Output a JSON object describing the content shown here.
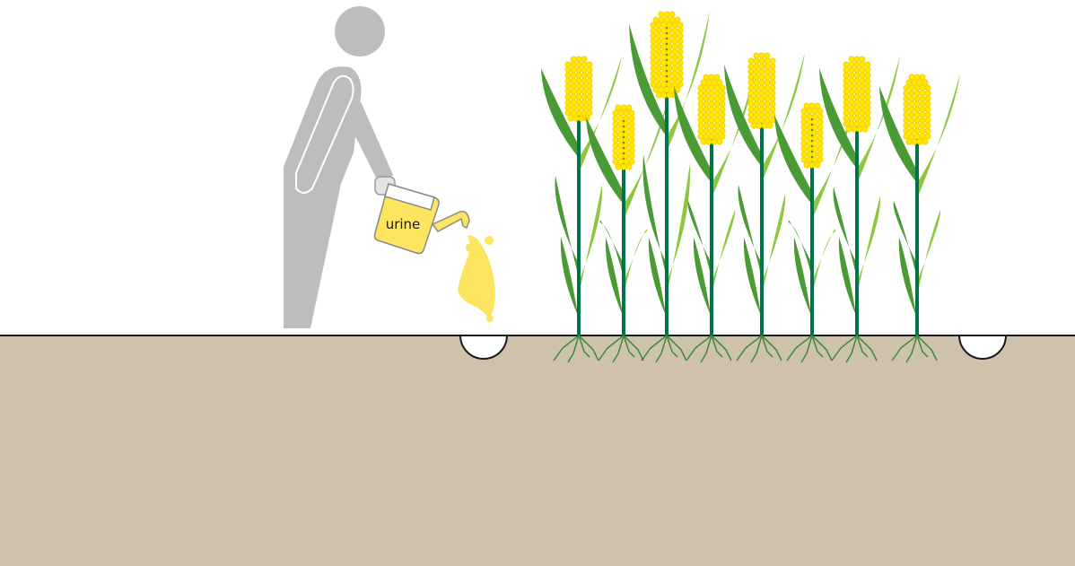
{
  "can_label": "urine",
  "colors": {
    "figure": "#bdbdbd",
    "figure_line": "#ffffff",
    "soil": "#cfc2ad",
    "ground_line": "#1a1a1a",
    "urine_fill": "#fde55f",
    "can_outline": "#8a8a8a",
    "stem": "#00734a",
    "leaf": "#4a9a35",
    "leaf_light": "#8ec63f",
    "corn_kernel": "#fde800",
    "corn_kernel_edge": "#f5c400",
    "root": "#3a8a3a"
  },
  "icons": [
    "person-figure",
    "watering-can",
    "urine-splash",
    "corn-plant",
    "planting-hole"
  ],
  "plants_count": 8
}
